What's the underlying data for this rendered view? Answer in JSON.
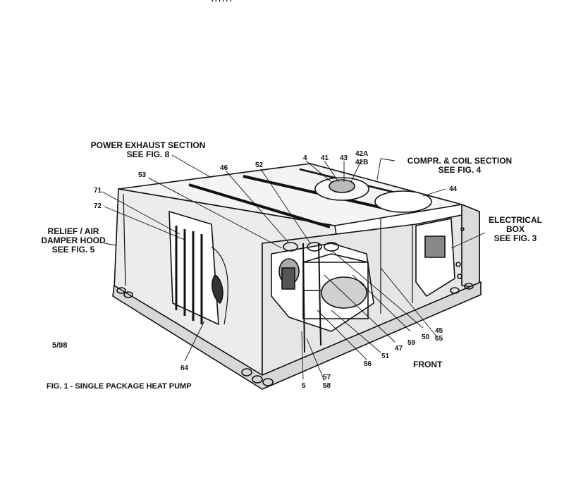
{
  "header": {
    "top_strip_text": "' ' ' ' ' '"
  },
  "section_labels": {
    "power_exhaust": {
      "line1": "POWER EXHAUST SECTION",
      "line2": "SEE FIG. 8"
    },
    "compr_coil": {
      "line1": "COMPR. & COIL SECTION",
      "line2": "SEE FIG. 4"
    },
    "electrical_box": {
      "line1": "ELECTRICAL",
      "line2": "BOX",
      "line3": "SEE FIG. 3"
    },
    "relief_air": {
      "line1": "RELIEF / AIR",
      "line2": "DAMPER HOOD",
      "line3": "SEE FIG. 5"
    }
  },
  "part_numbers": {
    "p4": "4",
    "p41": "41",
    "p43": "43",
    "p42a": "42A",
    "p42b": "42B",
    "p44": "44",
    "p46": "46",
    "p52": "52",
    "p53": "53",
    "p71": "71",
    "p72": "72",
    "p45": "45",
    "p65": "65",
    "p50": "50",
    "p59": "59",
    "p47": "47",
    "p51": "51",
    "p56": "56",
    "p57": "57",
    "p58": "58",
    "p5": "5",
    "p64": "64"
  },
  "date_mark": "5/98",
  "front_label": "FRONT",
  "figure_caption": "FIG. 1 - SINGLE PACKAGE HEAT PUMP"
}
